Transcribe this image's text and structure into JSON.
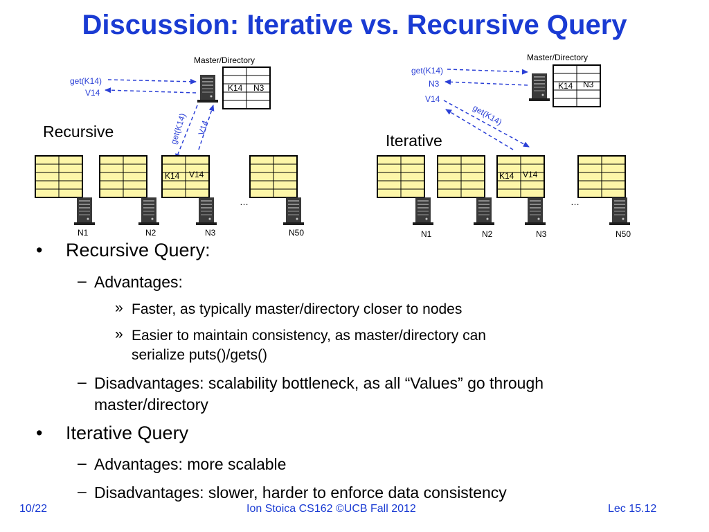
{
  "slide": {
    "title": "Discussion: Iterative vs. Recursive Query",
    "footer_left": "10/22",
    "footer_center": "Ion Stoica CS162 ©UCB Fall 2012",
    "footer_right": "Lec 15.12"
  },
  "recursive": {
    "label": "Recursive",
    "master_label": "Master/Directory",
    "master_key": "K14",
    "master_value": "N3",
    "client_request": "get(K14)",
    "client_response": "V14",
    "forward_request": "get(K14)",
    "forward_response": "V14",
    "node_key": "K14",
    "node_value": "V14",
    "nodes": [
      "N1",
      "N2",
      "N3",
      "N50"
    ],
    "ellipsis": "…"
  },
  "iterative": {
    "label": "Iterative",
    "master_label": "Master/Directory",
    "master_key": "K14",
    "master_value": "N3",
    "client_request": "get(K14)",
    "client_response": "N3",
    "node_response": "V14",
    "node_request": "get(K14)",
    "node_key": "K14",
    "node_value": "V14",
    "nodes": [
      "N1",
      "N2",
      "N3",
      "N50"
    ],
    "ellipsis": "…"
  },
  "bullets": {
    "recursive_head": "Recursive Query:",
    "rec_adv": "Advantages:",
    "rec_adv_1": "Faster, as typically master/directory closer to nodes",
    "rec_adv_2a": "Easier to maintain consistency, as master/directory can",
    "rec_adv_2b": "serialize puts()/gets()",
    "rec_dis_a": "Disadvantages: scalability bottleneck, as all “Values” go through",
    "rec_dis_b": "master/directory",
    "iterative_head": "Iterative Query",
    "it_adv": "Advantages: more scalable",
    "it_dis": "Disadvantages: slower, harder to enforce data consistency",
    "bullet_mark": "•",
    "dash_mark": "–",
    "sub_mark": "»"
  },
  "colors": {
    "title": "#1a3bd3",
    "arrow": "#2a3fd6",
    "table_fill": "#fdf6a8"
  }
}
